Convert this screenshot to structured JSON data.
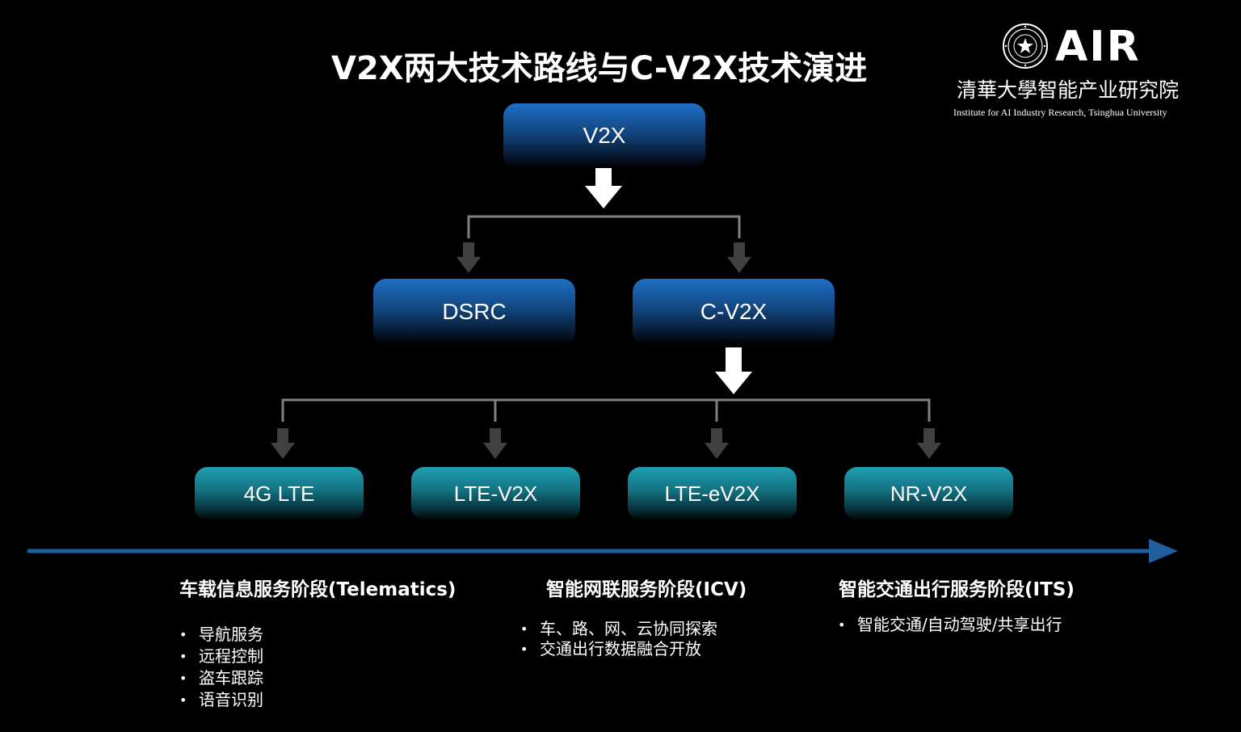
{
  "title": "V2X两大技术路线与C-V2X技术演进",
  "logo": {
    "brand": "AIR",
    "name_cn": "清華大學智能产业研究院",
    "name_en": "Institute for AI Industry Research,  Tsinghua University"
  },
  "nodes": {
    "root": "V2X",
    "dsrc": "DSRC",
    "cv2x": "C-V2X",
    "lte4g": "4G LTE",
    "ltev2x": "LTE-V2X",
    "lteev2x": "LTE-eV2X",
    "nrv2x": "NR-V2X"
  },
  "colors": {
    "blue_node": "#1d6fc7",
    "teal_node": "#1fa0b2",
    "timeline": "#1f5f9e",
    "connector": "#7f7f7f",
    "arrow_dark": "#404040"
  },
  "stages": [
    {
      "title": "车载信息服务阶段(Telematics)",
      "items": [
        "导航服务",
        "远程控制",
        "盗车跟踪",
        "语音识别"
      ]
    },
    {
      "title": "智能网联服务阶段(ICV)",
      "items": [
        "车、路、网、云协同探索",
        "交通出行数据融合开放"
      ]
    },
    {
      "title": "智能交通出行服务阶段(ITS)",
      "items": [
        "智能交通/自动驾驶/共享出行"
      ]
    }
  ]
}
